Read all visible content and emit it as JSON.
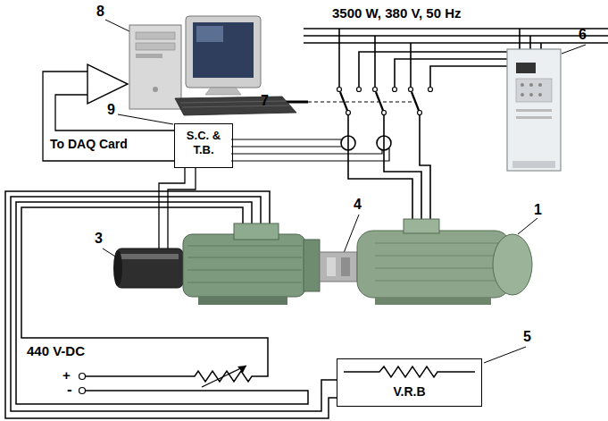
{
  "diagram": {
    "nodes": [
      {
        "text": [
          "S.C. & T.B."
        ]
      },
      {
        "text": [
          "V.R.B"
        ]
      }
    ],
    "labels": [
      "8",
      "3500 W, 380 V, 50 Hz",
      "6",
      "7",
      "9",
      "To DAQ Card",
      "4",
      "1",
      "3",
      "440 V-DC",
      "+",
      "-",
      "5"
    ]
  }
}
